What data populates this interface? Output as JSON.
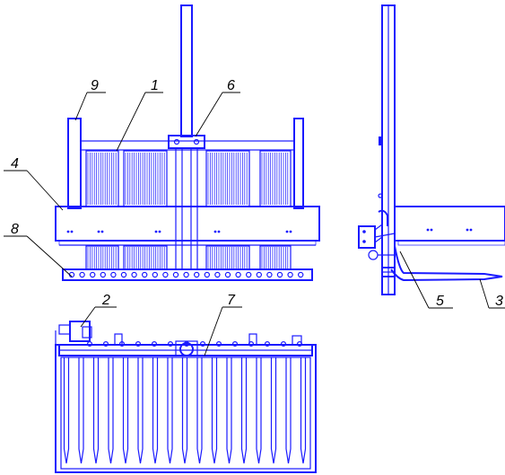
{
  "drawing": {
    "ink_color": "#1a1aff",
    "callout_color": "#000000",
    "callouts": [
      {
        "id": "c9",
        "text": "9"
      },
      {
        "id": "c1",
        "text": "1"
      },
      {
        "id": "c6",
        "text": "6"
      },
      {
        "id": "c4",
        "text": "4"
      },
      {
        "id": "c8",
        "text": "8"
      },
      {
        "id": "c2",
        "text": "2"
      },
      {
        "id": "c7",
        "text": "7"
      },
      {
        "id": "c5",
        "text": "5"
      },
      {
        "id": "c3",
        "text": "3"
      }
    ]
  }
}
